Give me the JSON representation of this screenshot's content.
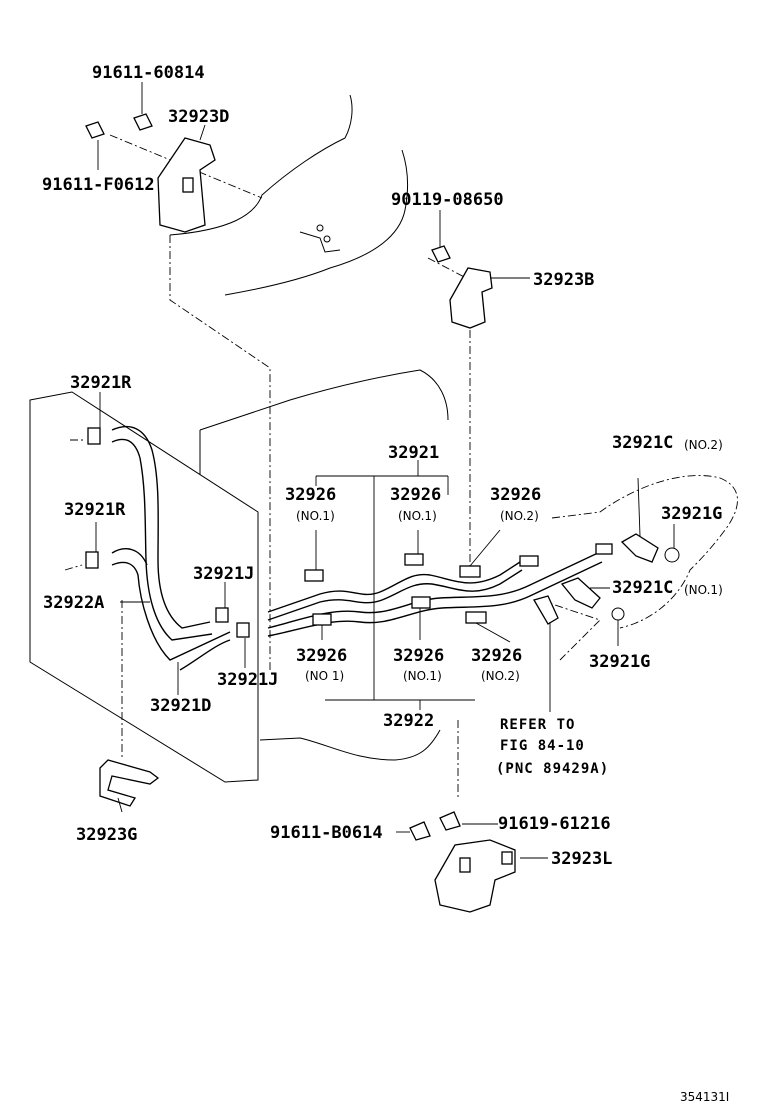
{
  "labels": {
    "bolt_60814": "91611-60814",
    "bracket_d": "32923D",
    "bolt_f0612": "91611-F0612",
    "bolt_08650": "90119-08650",
    "bracket_b": "32923B",
    "hose_r_upper": "32921R",
    "hose_r_lower": "32921R",
    "hose_a": "32922A",
    "hose_j_upper": "32921J",
    "hose_j_lower": "32921J",
    "hose_d": "32921D",
    "bracket_g": "32923G",
    "tube_32921": "32921",
    "clamp_upper_1": "32926",
    "clamp_upper_1_sub": "(NO.1)",
    "clamp_upper_2": "32926",
    "clamp_upper_2_sub": "(NO.1)",
    "clamp_upper_3": "32926",
    "clamp_upper_3_sub": "(NO.2)",
    "clamp_lower_1": "32926",
    "clamp_lower_1_sub": "(NO 1)",
    "clamp_lower_2": "32926",
    "clamp_lower_2_sub": "(NO.1)",
    "clamp_lower_3": "32926",
    "clamp_lower_3_sub": "(NO.2)",
    "tube_32922": "32922",
    "union_c_no2": "32921C",
    "union_c_no2_sub": "(NO.2)",
    "gasket_g_upper": "32921G",
    "union_c_no1": "32921C",
    "union_c_no1_sub": "(NO.1)",
    "gasket_g_lower": "32921G",
    "refer_line1": "REFER TO",
    "refer_line2": "FIG 84-10",
    "refer_line3": "(PNC 89429A)",
    "bolt_b0614": "91611-B0614",
    "bolt_61216": "91619-61216",
    "bracket_l": "32923L",
    "illustration_no": "354131I"
  }
}
